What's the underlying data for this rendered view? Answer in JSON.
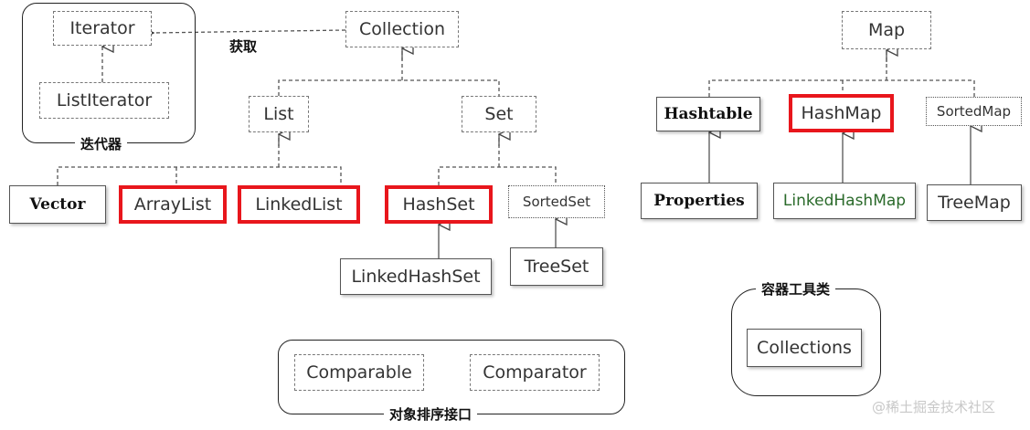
{
  "nodes": {
    "iterator": "Iterator",
    "list_iterator": "ListIterator",
    "collection": "Collection",
    "list": "List",
    "set": "Set",
    "vector": "Vector",
    "array_list": "ArrayList",
    "linked_list": "LinkedList",
    "hash_set": "HashSet",
    "sorted_set": "SortedSet",
    "linked_hash_set": "LinkedHashSet",
    "tree_set": "TreeSet",
    "map": "Map",
    "hashtable": "Hashtable",
    "hash_map": "HashMap",
    "sorted_map": "SortedMap",
    "properties": "Properties",
    "linked_hash_map": "LinkedHashMap",
    "tree_map": "TreeMap",
    "comparable": "Comparable",
    "comparator": "Comparator",
    "collections": "Collections"
  },
  "groups": {
    "iterator_group": "迭代器",
    "compare_group": "对象排序接口",
    "tools_group": "容器工具类"
  },
  "edge_labels": {
    "obtain": "获取"
  },
  "watermark": "@稀土掘金技术社区",
  "colors": {
    "highlight": "#e8161c",
    "line": "#555555"
  }
}
